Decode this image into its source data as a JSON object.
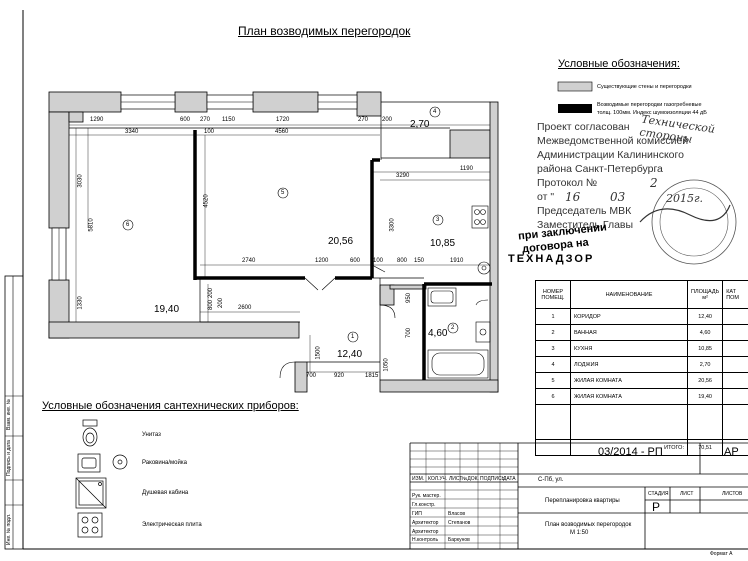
{
  "plan": {
    "title": "План возводимых перегородок",
    "rooms": [
      {
        "num": "1",
        "area": "12,40"
      },
      {
        "num": "2",
        "area": "4,60"
      },
      {
        "num": "3",
        "area": "10,85"
      },
      {
        "num": "4",
        "area": "2,70"
      },
      {
        "num": "5",
        "area": "20,56"
      },
      {
        "num": "6",
        "area": "19,40"
      }
    ],
    "dims": {
      "d1290": "1290",
      "d600a": "600",
      "d270a": "270",
      "d1150": "1150",
      "d1720": "1720",
      "d270b": "270",
      "d200": "200",
      "d3340": "3340",
      "d100": "100",
      "d4560": "4560",
      "d3030": "3030",
      "d5810": "5810",
      "d4520": "4520",
      "d1330": "1330",
      "d3290": "3290",
      "d1190": "1190",
      "d3300": "3300",
      "d2740": "2740",
      "d1200": "1200",
      "d600b": "600",
      "d100b": "100",
      "d800a": "800",
      "d150": "150",
      "d1910": "1910",
      "d200v": "200",
      "d800v": "800",
      "d200v2": "200",
      "d2600": "2600",
      "d950": "950",
      "d700v": "700",
      "d1500": "1500",
      "d1050": "1050",
      "d700h": "700",
      "d920": "920",
      "d1815": "1815"
    }
  },
  "legend": {
    "title": "Условные обозначения:",
    "existing": "Существующие стены и перегородки",
    "new_line1": "Возводимые перегородки газогребневые",
    "new_line2": "толщ. 100мм. Индекс шумоизоляции 44 дБ"
  },
  "stamp": {
    "lines": [
      "Проект согласован",
      "Межведомственной комиссией",
      "Администрации Калининского",
      "района Санкт-Петербурга",
      "Протокол №",
      "от \"",
      "Председатель МВК",
      "Заместитель Главы"
    ],
    "handwritten": [
      "Технической стороны",
      "2",
      "16",
      "03",
      "2015г."
    ],
    "note1": "при заключении",
    "note2": "договора на",
    "note3": "ТЕХНАДЗОР"
  },
  "rooms_table": {
    "headers": [
      "НОМЕР ПОМЕЩ.",
      "НАИМЕНОВАНИЕ",
      "ПЛОЩАДЬ м²",
      "КАТ ПОМ"
    ],
    "rows": [
      {
        "num": "1",
        "name": "КОРИДОР",
        "area": "12,40",
        "cat": ""
      },
      {
        "num": "2",
        "name": "ВАННАЯ",
        "area": "4,60",
        "cat": ""
      },
      {
        "num": "3",
        "name": "КУХНЯ",
        "area": "10,85",
        "cat": ""
      },
      {
        "num": "4",
        "name": "ЛОДЖИЯ",
        "area": "2,70",
        "cat": ""
      },
      {
        "num": "5",
        "name": "ЖИЛАЯ КОМНАТА",
        "area": "20,56",
        "cat": ""
      },
      {
        "num": "6",
        "name": "ЖИЛАЯ КОМНАТА",
        "area": "19,40",
        "cat": ""
      }
    ],
    "total_label": "ИТОГО:",
    "total_value": "70,51"
  },
  "fixtures": {
    "title": "Условные обозначения сантехнических приборов:",
    "items": [
      "Унитаз",
      "Раковина/мойка",
      "Душевая кабина",
      "Электрическая плита"
    ]
  },
  "title_block": {
    "code": "03/2014 - РП",
    "stage_code": "АР",
    "city": "С-Пб, ул.",
    "cols": [
      "ИЗМ.",
      "КОЛ.УЧ.",
      "ЛИСТ",
      "№ДОК.",
      "ПОДПИСЬ",
      "ДАТА"
    ],
    "roles": [
      {
        "role": "Рук. мастер.",
        "name": ""
      },
      {
        "role": "Гл.констр.",
        "name": ""
      },
      {
        "role": "ГИП",
        "name": "Власов"
      },
      {
        "role": "Архитектор",
        "name": "Степанов"
      },
      {
        "role": "Архитектор",
        "name": ""
      },
      {
        "role": "Н.контроль",
        "name": "Баркунов"
      }
    ],
    "project": "Перепланировка квартиры",
    "sheet_title1": "План возводимых перегородок",
    "sheet_title2": "М 1:50",
    "stage_hdr": "СТАДИЯ",
    "sheet_hdr": "ЛИСТ",
    "sheets_hdr": "ЛИСТОВ",
    "stage": "Р",
    "format": "Формат А"
  },
  "side_stamp": [
    "Взам. инв. №",
    "Подпись и дата",
    "Инв. № подл."
  ]
}
